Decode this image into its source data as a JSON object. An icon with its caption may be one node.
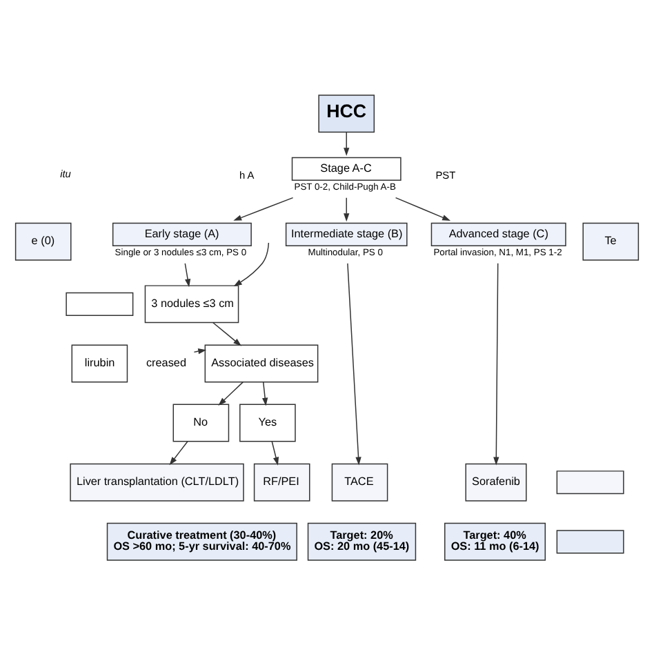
{
  "diagram": {
    "nodes": [
      {
        "text": [
          "HCC"
        ]
      },
      {
        "text": [
          "Stage A-C"
        ],
        "beside": [
          "PST 0-2, Child-Pugh A-B"
        ]
      },
      {
        "text": [
          "e (0)"
        ]
      },
      {
        "text": [
          "Early stage (A)"
        ],
        "beside": [
          "Single or 3 nodules ≤3 cm, PS 0"
        ]
      },
      {
        "text": [
          "Intermediate stage (B)"
        ],
        "beside": [
          "Multinodular, PS 0"
        ]
      },
      {
        "text": [
          "Advanced stage (C)"
        ],
        "beside": [
          "Portal invasion, N1, M1, PS 1-2"
        ]
      },
      {
        "text": [
          "Te"
        ]
      },
      {
        "text": [],
        "shape": "box"
      },
      {
        "text": [
          "3 nodules ≤3 cm"
        ]
      },
      {
        "text": [
          "lirubin"
        ]
      },
      {
        "text": [
          "creased"
        ]
      },
      {
        "text": [
          "Associated diseases"
        ]
      },
      {
        "text": [
          "No"
        ]
      },
      {
        "text": [
          "Yes"
        ]
      },
      {
        "text": [
          "Liver transplantation (CLT/LDLT)"
        ]
      },
      {
        "text": [
          "RF/PEI"
        ]
      },
      {
        "text": [
          "TACE"
        ]
      },
      {
        "text": [
          "Sorafenib"
        ]
      },
      {
        "text": [],
        "shape": "box"
      },
      {
        "text": [
          "Curative treatment (30-40%)",
          "OS >60 mo; 5-yr survival: 40-70%"
        ]
      },
      {
        "text": [
          "Target: 20%",
          "OS: 20 mo (45-14)"
        ]
      },
      {
        "text": [
          "Target: 40%",
          "OS: 11 mo (6-14)"
        ]
      },
      {
        "text": [],
        "shape": "box"
      }
    ],
    "edges": [
      {
        "from": 0,
        "to": 1,
        "arrow": "to"
      },
      {
        "from": 1,
        "to": 3,
        "arrow": "to"
      },
      {
        "from": 1,
        "to": 4,
        "arrow": "to"
      },
      {
        "from": 1,
        "to": 5,
        "arrow": "to"
      },
      {
        "from": null,
        "to": 8,
        "arrow": "to"
      },
      {
        "from": 3,
        "to": 8,
        "arrow": "to"
      },
      {
        "from": 8,
        "to": 11,
        "arrow": "to"
      },
      {
        "from": 10,
        "to": 11,
        "arrow": "to"
      },
      {
        "from": 11,
        "to": 12,
        "arrow": "to"
      },
      {
        "from": 11,
        "to": 13,
        "arrow": "to"
      },
      {
        "from": 12,
        "to": 14,
        "arrow": "to"
      },
      {
        "from": 13,
        "to": 15,
        "arrow": "to"
      },
      {
        "from": 4,
        "to": 16,
        "arrow": "to"
      },
      {
        "from": 5,
        "to": 17,
        "arrow": "to"
      }
    ],
    "labels": [
      "h A",
      "PST",
      "itu"
    ]
  }
}
